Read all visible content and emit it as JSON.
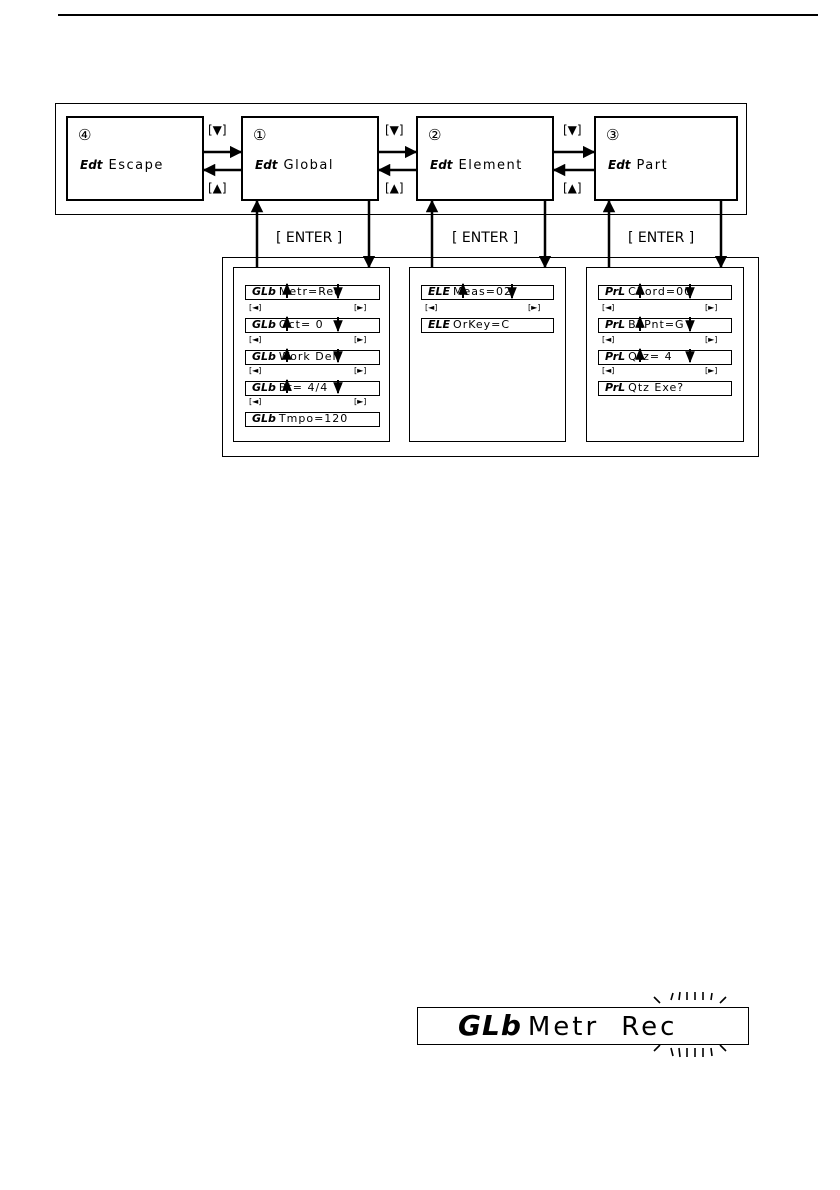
{
  "modes": [
    {
      "number": "④",
      "prefix": "Edt",
      "name": "Escape"
    },
    {
      "number": "①",
      "prefix": "Edt",
      "name": "Global"
    },
    {
      "number": "②",
      "prefix": "Edt",
      "name": "Element"
    },
    {
      "number": "③",
      "prefix": "Edt",
      "name": "Part"
    }
  ],
  "keys": {
    "down": "[▼]",
    "up": "[▲]",
    "left": "[◄]",
    "right": "[►]",
    "enter": "[ ENTER ]"
  },
  "global_items": [
    {
      "prefix": "GLb",
      "text": "Metr=Rec"
    },
    {
      "prefix": "GLb",
      "text": "Oct=   0"
    },
    {
      "prefix": "GLb",
      "text": "Work Del"
    },
    {
      "prefix": "GLb",
      "text": "Bt=  4/4"
    },
    {
      "prefix": "GLb",
      "text": "Tmpo=120"
    }
  ],
  "element_items": [
    {
      "prefix": "ELE",
      "text": "Meas=02"
    },
    {
      "prefix": "ELE",
      "text": "OrKey=C"
    }
  ],
  "part_items": [
    {
      "prefix": "PrL",
      "text": "Chord=00"
    },
    {
      "prefix": "PrL",
      "text": "BkPnt=G"
    },
    {
      "prefix": "PrL",
      "text": "Qtz=   4"
    },
    {
      "prefix": "PrL",
      "text": "Qtz Exe?"
    }
  ],
  "display": {
    "prefix": "GLb",
    "text": "Metr",
    "value": "Rec"
  }
}
